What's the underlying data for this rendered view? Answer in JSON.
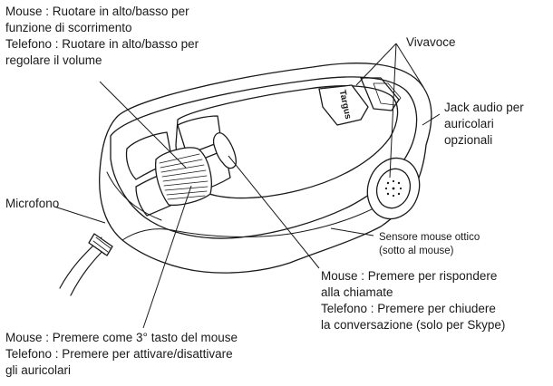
{
  "labels": {
    "scroll": {
      "line1": "Mouse : Ruotare in alto/basso per",
      "line2": "funzione di scorrimento",
      "line3": "Telefono : Ruotare in alto/basso per",
      "line4": "regolare il volume"
    },
    "speakerphone": "Vivavoce",
    "audio_jack": {
      "line1": "Jack audio per",
      "line2": "auricolari",
      "line3": "opzionali"
    },
    "microphone": "Microfono",
    "optical_sensor": {
      "line1": "Sensore mouse ottico",
      "line2": "(sotto al mouse)"
    },
    "call_button": {
      "line1": "Mouse : Premere per rispondere",
      "line2": "alla chiamate",
      "line3": "Telefono : Premere per chiudere",
      "line4": "la conversazione (solo per Skype)"
    },
    "wheel_click": {
      "line1": "Mouse : Premere come 3° tasto del mouse",
      "line2": "Telefono : Premere per attivare/disattivare",
      "line3": "gli auricolari"
    }
  },
  "logo_text": "Targus",
  "colors": {
    "line": "#1a1a1a",
    "background": "#ffffff"
  }
}
